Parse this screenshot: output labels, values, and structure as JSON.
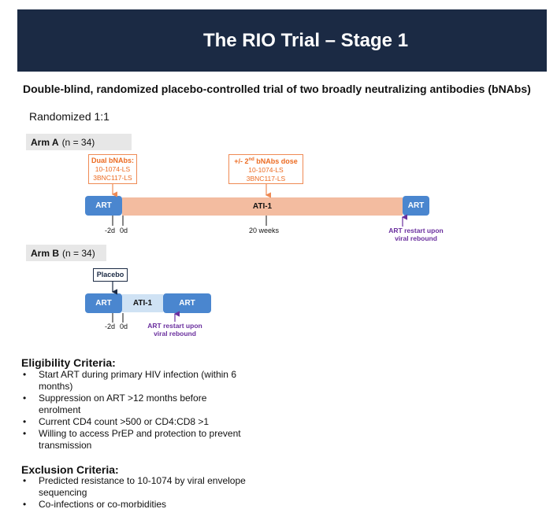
{
  "title": "The RIO Trial – Stage 1",
  "subtitle": "Double-blind, randomized placebo-controlled trial of two broadly neutralizing antibodies (bNAbs)",
  "randomized": "Randomized 1:1",
  "arm_a": {
    "label_bold": "Arm A",
    "label_n": "(n = 34)",
    "dual_box": {
      "title": "Dual bNAbs:",
      "line1": "10-1074-LS",
      "line2": "3BNC117-LS"
    },
    "second_box": {
      "title_pre": "+/- 2",
      "title_sup": "nd",
      "title_post": " bNAbs dose",
      "line1": "10-1074-LS",
      "line2": "3BNC117-LS"
    },
    "art_start": "ART",
    "ati": "ATI-1",
    "art_end": "ART",
    "tick_neg2": "-2d",
    "tick_0": "0d",
    "tick_20w": "20 weeks",
    "restart_line1": "ART restart upon",
    "restart_line2": "viral rebound"
  },
  "arm_b": {
    "label_bold": "Arm B",
    "label_n": "(n = 34)",
    "placebo": "Placebo",
    "art_start": "ART",
    "ati": "ATI-1",
    "art_end": "ART",
    "tick_neg2": "-2d",
    "tick_0": "0d",
    "restart_line1": "ART restart upon",
    "restart_line2": "viral rebound"
  },
  "eligibility": {
    "title": "Eligibility Criteria:",
    "items": [
      "Start ART during primary HIV infection (within 6 months)",
      "Suppression on ART >12 months before enrolment",
      "Current CD4 count >500 or CD4:CD8 >1",
      "Willing to access PrEP and protection to prevent transmission"
    ]
  },
  "exclusion": {
    "title": "Exclusion Criteria:",
    "items": [
      "Predicted resistance to 10-1074 by viral envelope sequencing",
      "Co-infections or co-morbidities"
    ]
  },
  "colors": {
    "header_bg": "#1b2a44",
    "art": "#4a86cf",
    "ati_a": "#f3bca0",
    "ati_b": "#cfe2f4",
    "bnab_orange": "#ec6b22",
    "restart_purple": "#6a2f9e"
  }
}
